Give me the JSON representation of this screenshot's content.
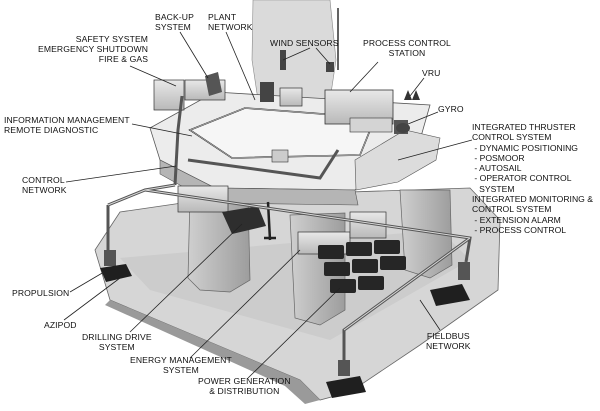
{
  "labels": {
    "safety_system": "SAFETY SYSTEM\nEMERGENCY SHUTDOWN\nFIRE & GAS",
    "back_up_system": "BACK-UP\nSYSTEM",
    "plant_network": "PLANT\nNETWORK",
    "wind_sensors": "WIND SENSORS",
    "process_control_station": "PROCESS CONTROL\nSTATION",
    "vru": "VRU",
    "gyro": "GYRO",
    "information_management": "INFORMATION MANAGEMENT\nREMOTE DIAGNOSTIC",
    "control_network": "CONTROL\nNETWORK",
    "propulsion": "PROPULSION",
    "azipod": "AZIPOD",
    "drilling_drive_system": "DRILLING DRIVE\nSYSTEM",
    "energy_management_system": "ENERGY MANAGEMENT\nSYSTEM",
    "power_generation": "POWER GENERATION\n& DISTRIBUTION",
    "fieldbus_network": "FIELDBUS\nNETWORK"
  },
  "system_list": [
    "INTEGRATED THRUSTER",
    "CONTROL SYSTEM",
    " - DYNAMIC POSITIONING",
    " - POSMOOR",
    " - AUTOSAIL",
    " - OPERATOR CONTROL",
    "   SYSTEM",
    "INTEGRATED MONITORING &",
    "CONTROL SYSTEM",
    " - EXTENSION ALARM",
    " - PROCESS CONTROL"
  ]
}
